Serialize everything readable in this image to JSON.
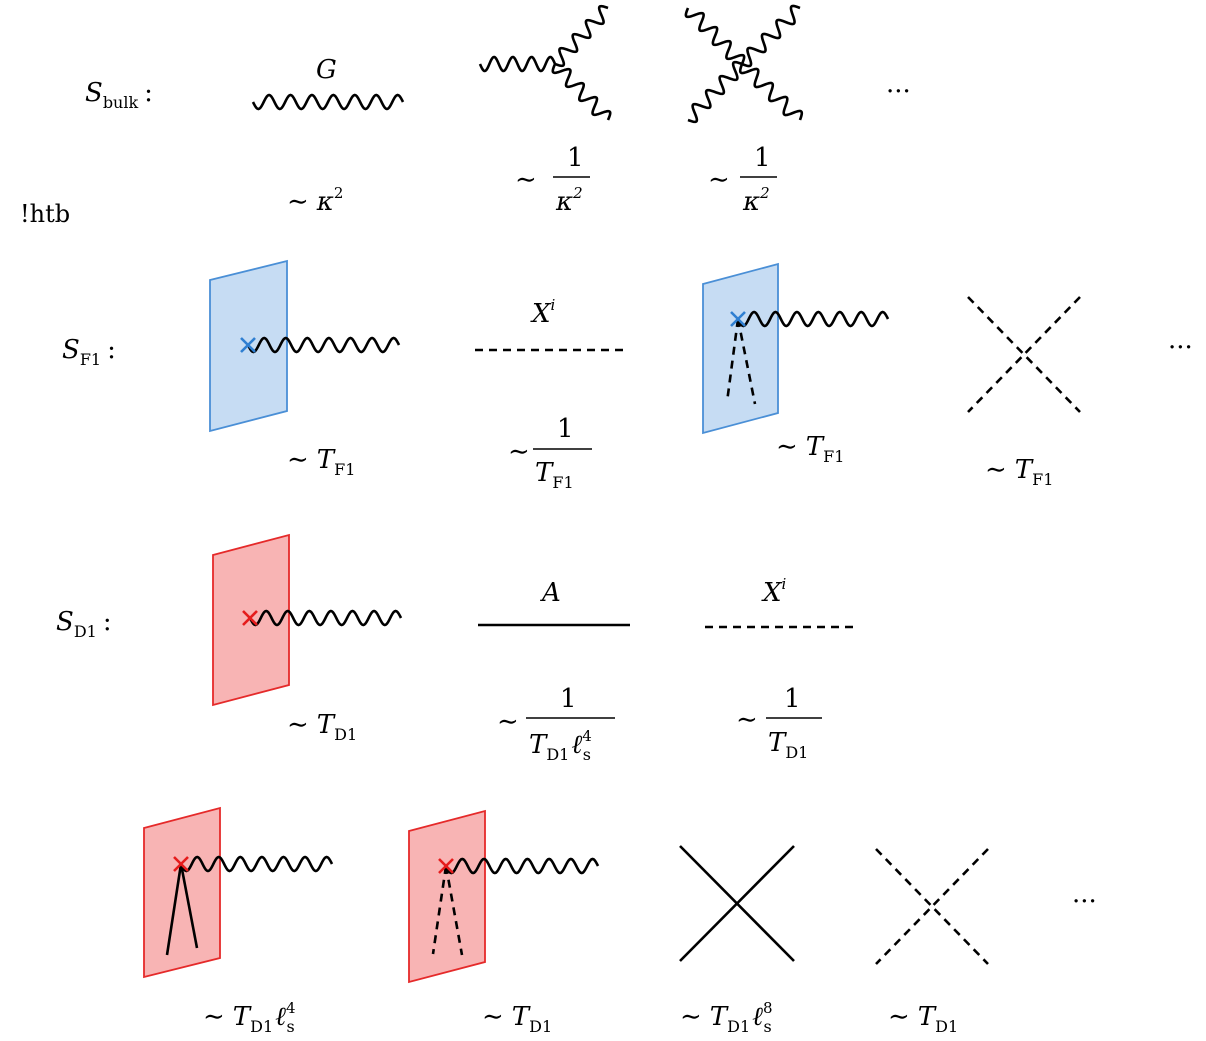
{
  "stray_text": "!htb",
  "ellipsis": "···",
  "rows": {
    "bulk": {
      "label": "S",
      "label_sub": "bulk",
      "suffix": ":",
      "graviton_label": "G",
      "scalings": [
        "∼ κ²",
        "∼ 1/κ²",
        "∼ 1/κ²"
      ]
    },
    "f1": {
      "label": "S",
      "label_sub": "F1",
      "suffix": ":",
      "field_label": "X",
      "field_sup": "i",
      "scalings": [
        "∼ T_F1",
        "∼ 1/T_F1",
        "∼ T_F1",
        "∼ T_F1"
      ]
    },
    "d1": {
      "label": "S",
      "label_sub": "D1",
      "suffix": ":",
      "gauge_label": "A",
      "field_label": "X",
      "field_sup": "i",
      "scalings": [
        "∼ T_D1",
        "∼ 1/(T_D1 ℓ_s⁴)",
        "∼ 1/T_D1"
      ]
    },
    "d1_cont": {
      "scalings": [
        "∼ T_D1 ℓ_s⁴",
        "∼ T_D1",
        "∼ T_D1 ℓ_s⁸",
        "∼ T_D1"
      ]
    }
  },
  "symbols": {
    "sim": "∼",
    "one": "1",
    "kappa": "κ",
    "two": "2",
    "T": "T",
    "F1": "F1",
    "D1": "D1",
    "ell": "ℓ",
    "s": "s",
    "four": "4",
    "eight": "8"
  },
  "colors": {
    "f1_brane_fill": "#c6dcf3",
    "f1_brane_edge": "#4a8fd6",
    "f1_vertex": "#2f7fd1",
    "d1_brane_fill": "#f8b4b4",
    "d1_brane_edge": "#e52a2a",
    "d1_vertex": "#e51c1c"
  },
  "icons": [
    "graviton-wavy-line",
    "three-graviton-vertex",
    "four-graviton-vertex",
    "brane-sheet",
    "vertex-cross"
  ]
}
